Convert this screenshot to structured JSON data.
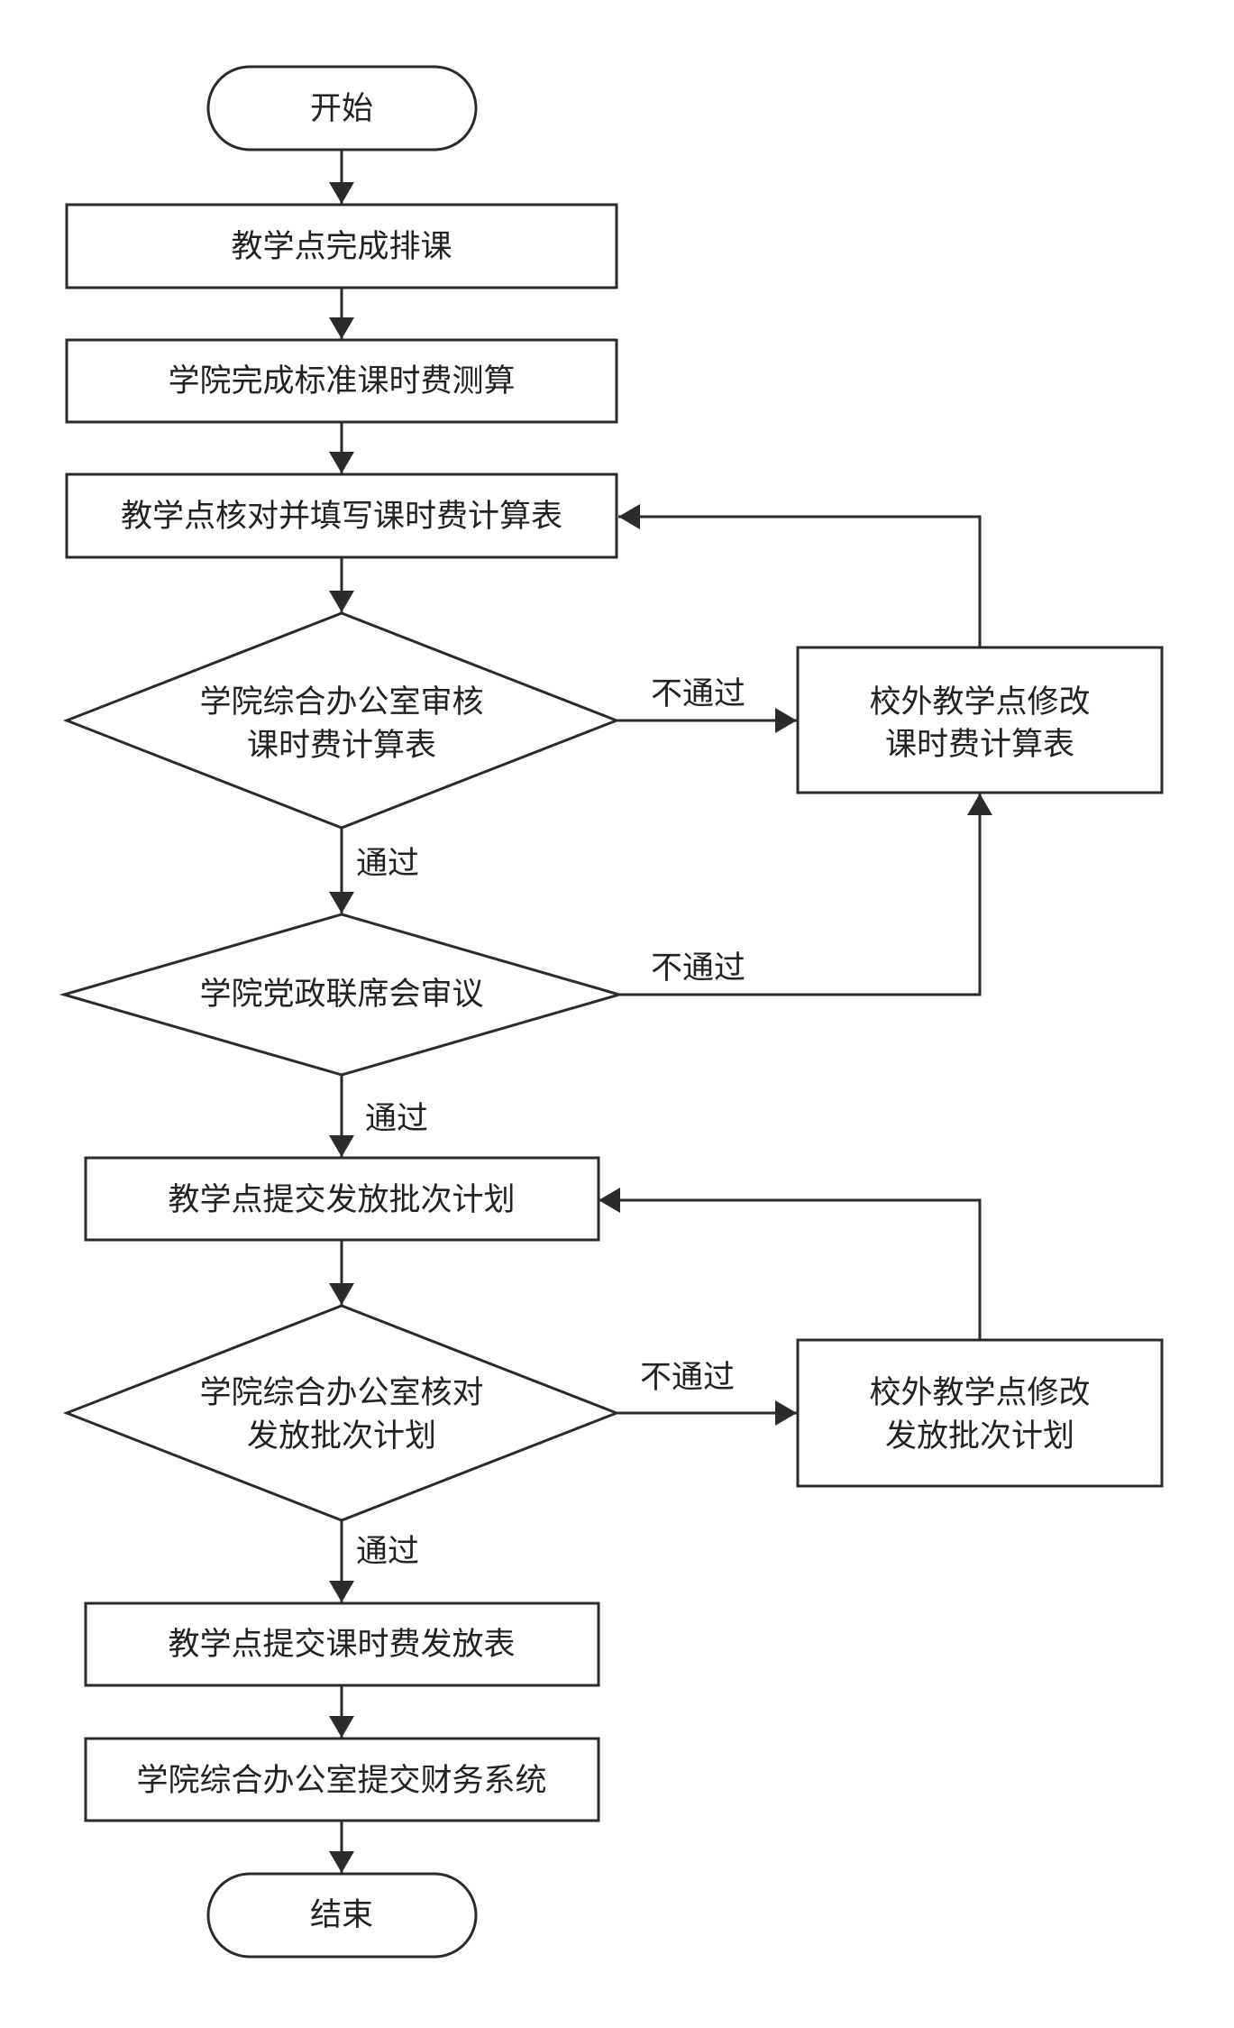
{
  "nodes": {
    "start": "开始",
    "arrange": "教学点完成排课",
    "calc_standard": "学院完成标准课时费测算",
    "verify_fill": "教学点核对并填写课时费计算表",
    "review_office_1": "学院综合办公室审核",
    "review_office_2": "课时费计算表",
    "revise_calc_1": "校外教学点修改",
    "revise_calc_2": "课时费计算表",
    "party_review": "学院党政联席会审议",
    "submit_plan": "教学点提交发放批次计划",
    "check_plan_1": "学院综合办公室核对",
    "check_plan_2": "发放批次计划",
    "revise_plan_1": "校外教学点修改",
    "revise_plan_2": "发放批次计划",
    "submit_payment": "教学点提交课时费发放表",
    "finance": "学院综合办公室提交财务系统",
    "end": "结束"
  },
  "edges": {
    "fail_1": "不通过",
    "pass_1": "通过",
    "fail_2": "不通过",
    "pass_2": "通过",
    "fail_3": "不通过",
    "pass_3": "通过"
  }
}
